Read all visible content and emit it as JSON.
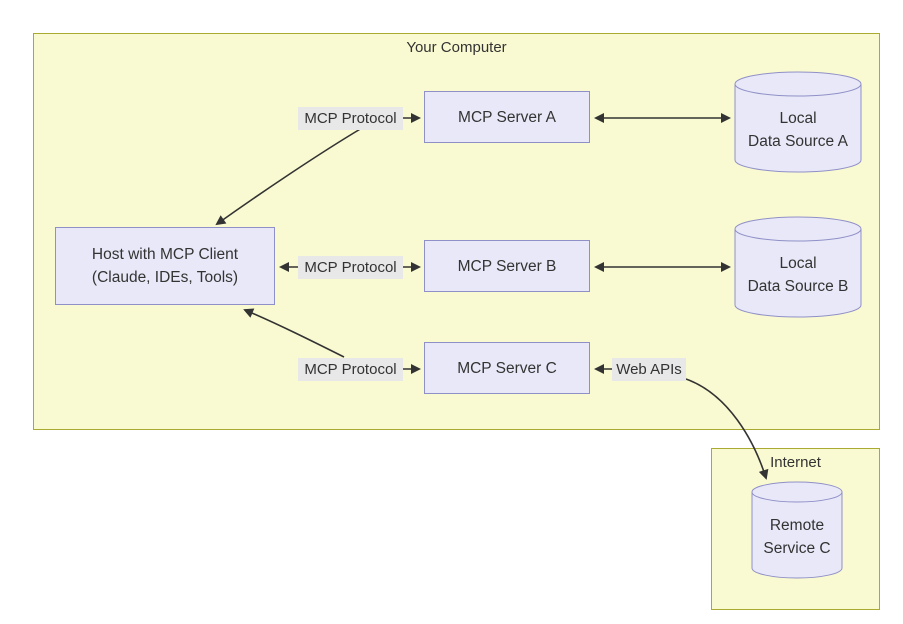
{
  "groups": {
    "your_computer": {
      "label": "Your Computer"
    },
    "internet": {
      "label": "Internet"
    }
  },
  "nodes": {
    "host": {
      "line1": "Host with MCP Client",
      "line2": "(Claude, IDEs, Tools)"
    },
    "server_a": {
      "label": "MCP Server A"
    },
    "server_b": {
      "label": "MCP Server B"
    },
    "server_c": {
      "label": "MCP Server C"
    },
    "data_source_a": {
      "line1": "Local",
      "line2": "Data Source A"
    },
    "data_source_b": {
      "line1": "Local",
      "line2": "Data Source B"
    },
    "remote_service_c": {
      "line1": "Remote",
      "line2": "Service C"
    }
  },
  "edge_labels": {
    "protocol_a": "MCP Protocol",
    "protocol_b": "MCP Protocol",
    "protocol_c": "MCP Protocol",
    "web_apis": "Web APIs"
  },
  "colors": {
    "group_fill": "#fafad2",
    "group_border": "#aaaa33",
    "node_fill": "#e8e8f8",
    "node_border": "#9090c8",
    "edge": "#333333",
    "label_bg": "#e8e8e8",
    "text": "#333333"
  }
}
